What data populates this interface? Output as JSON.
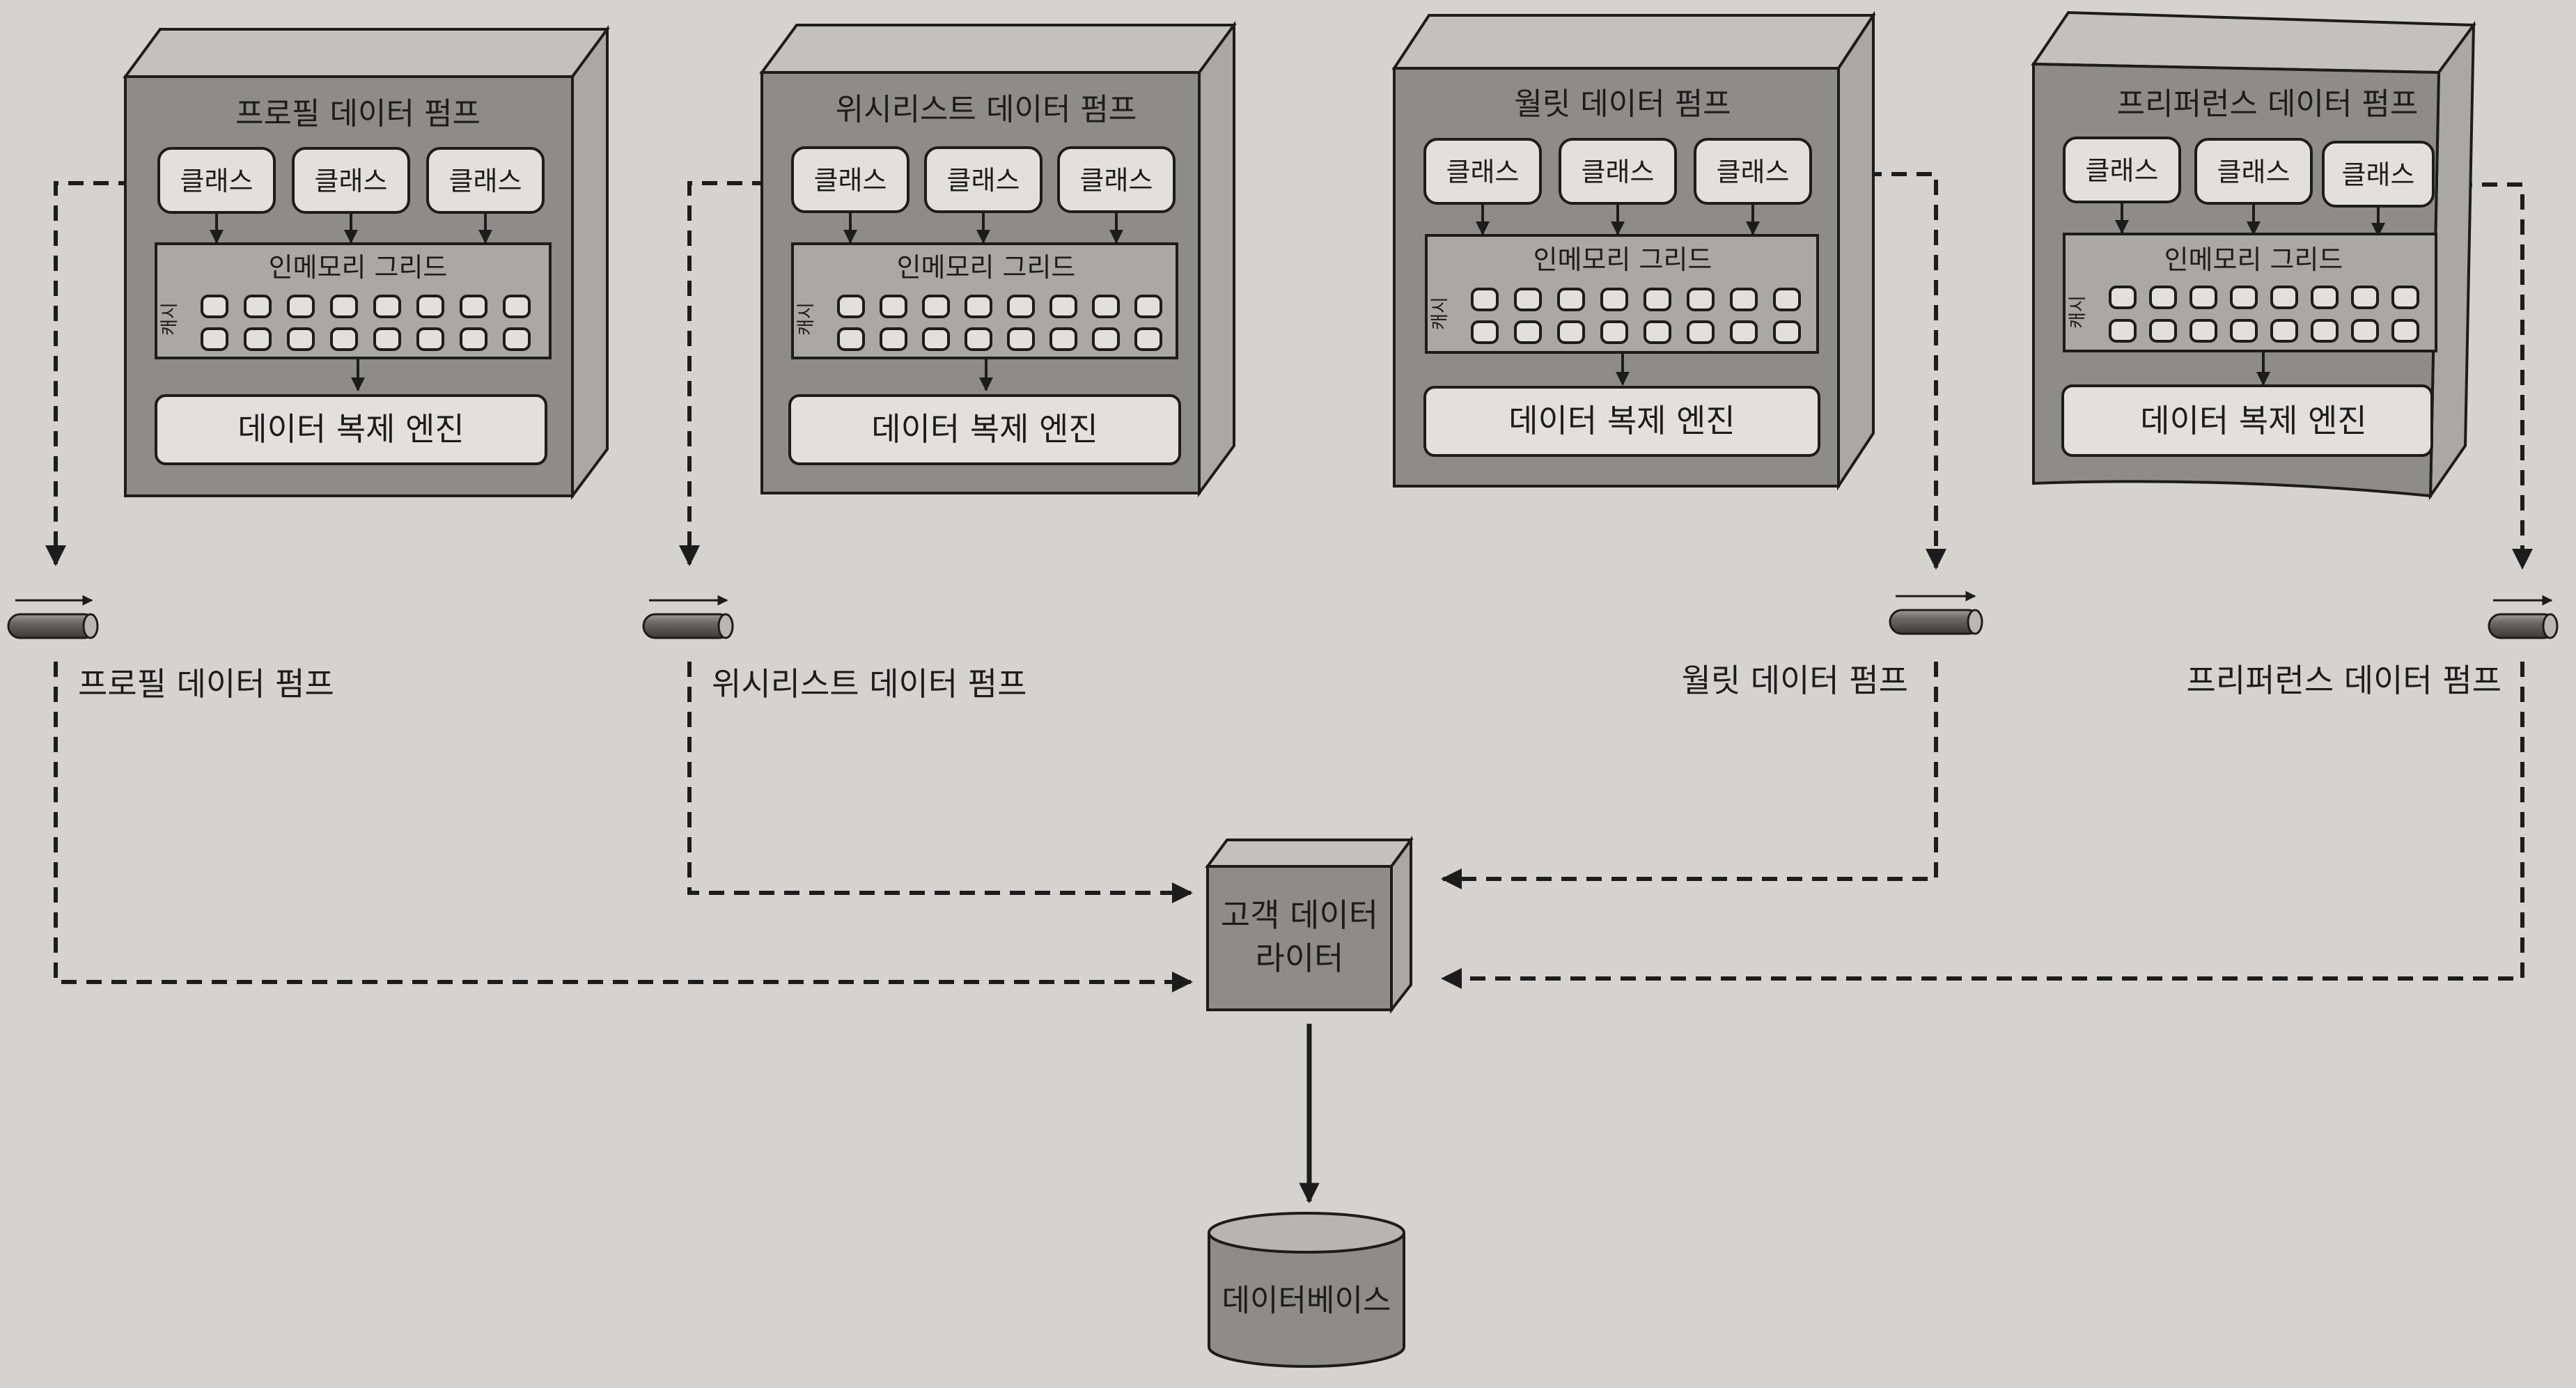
{
  "pumps": [
    {
      "id": "profile",
      "title": "프로필 데이터 펌프",
      "classes": [
        "클래스",
        "클래스",
        "클래스"
      ],
      "grid_label": "인메모리 그리드",
      "cache_label": "캐시",
      "engine_label": "데이터 복제 엔진",
      "pipe_label": "프로필 데이터 펌프"
    },
    {
      "id": "wishlist",
      "title": "위시리스트 데이터 펌프",
      "classes": [
        "클래스",
        "클래스",
        "클래스"
      ],
      "grid_label": "인메모리 그리드",
      "cache_label": "캐시",
      "engine_label": "데이터 복제 엔진",
      "pipe_label": "위시리스트 데이터 펌프"
    },
    {
      "id": "wallet",
      "title": "월릿 데이터 펌프",
      "classes": [
        "클래스",
        "클래스",
        "클래스"
      ],
      "grid_label": "인메모리 그리드",
      "cache_label": "캐시",
      "engine_label": "데이터 복제 엔진",
      "pipe_label": "월릿 데이터 펌프"
    },
    {
      "id": "preference",
      "title": "프리퍼런스 데이터 펌프",
      "classes": [
        "클래스",
        "클래스",
        "클래스"
      ],
      "grid_label": "인메모리 그리드",
      "cache_label": "캐시",
      "engine_label": "데이터 복제 엔진",
      "pipe_label": "프리퍼런스 데이터 펌프"
    }
  ],
  "router": {
    "line1": "고객 데이터",
    "line2": "라이터"
  },
  "database": {
    "label": "데이터베이스"
  },
  "colors": {
    "background": "#d4d3cf",
    "box_face": "#8d8c88",
    "box_top": "#c2c1bd",
    "box_side": "#a9a8a4",
    "panel": "#e1e0dc",
    "stroke": "#1c1c1c"
  }
}
